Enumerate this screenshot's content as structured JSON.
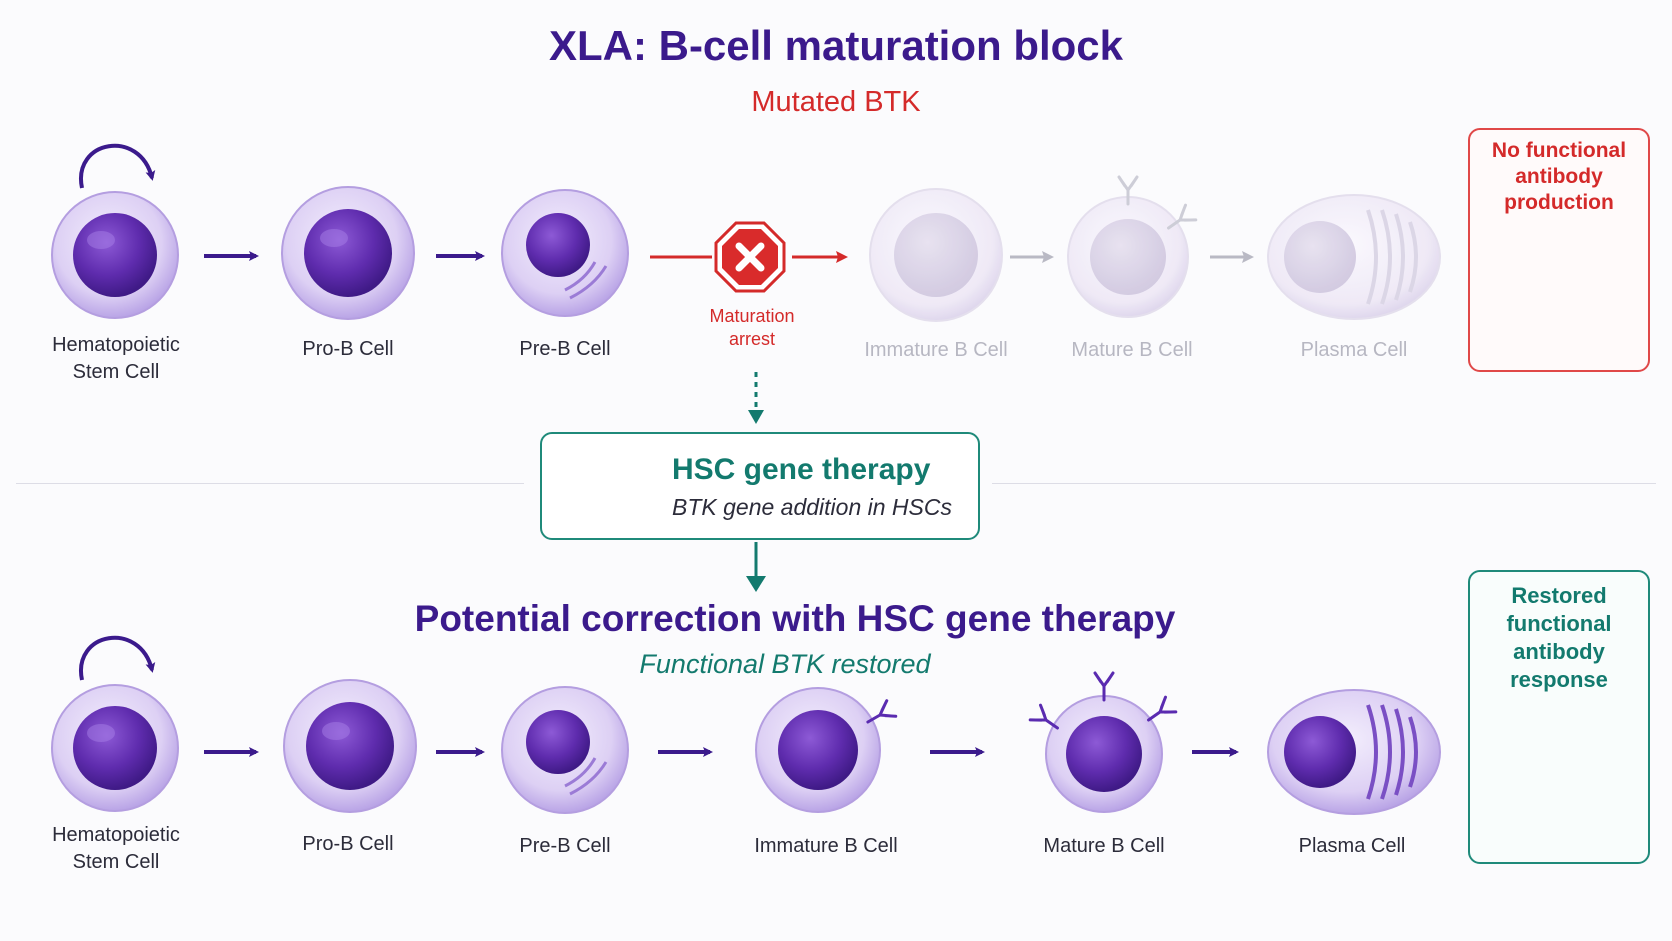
{
  "header": {
    "title": "XLA: B-cell maturation block",
    "subtitle": "Mutated BTK"
  },
  "top_row": {
    "cells": [
      {
        "label": "Hematopoietic\nStem Cell",
        "state": "normal"
      },
      {
        "label": "Pro-B Cell",
        "state": "normal"
      },
      {
        "label": "Pre-B Cell",
        "state": "normal"
      },
      {
        "label": "Immature B Cell",
        "state": "faded"
      },
      {
        "label": "Mature B Cell",
        "state": "faded"
      },
      {
        "label": "Plasma Cell",
        "state": "faded"
      }
    ],
    "arrest_label": "Maturation\narrest",
    "outcome": "No functional\nantibody\nproduction"
  },
  "therapy": {
    "title": "HSC gene therapy",
    "subtitle": "BTK gene addition in HSCs"
  },
  "bottom_section": {
    "title": "Potential correction with HSC gene therapy",
    "subtitle": "Functional BTK restored"
  },
  "bottom_row": {
    "cells": [
      {
        "label": "Hematopoietic\nStem Cell",
        "state": "normal"
      },
      {
        "label": "Pro-B Cell",
        "state": "normal"
      },
      {
        "label": "Pre-B Cell",
        "state": "normal"
      },
      {
        "label": "Immature B Cell",
        "state": "normal"
      },
      {
        "label": "Mature B Cell",
        "state": "normal"
      },
      {
        "label": "Plasma Cell",
        "state": "normal"
      }
    ],
    "outcome": "Restored\nfunctional\nantibody\nresponse"
  },
  "colors": {
    "purple": "#3b1a8c",
    "red": "#d42a2a",
    "teal": "#137a6e",
    "faded": "#b7b7c2"
  },
  "icons": [
    "self-renewal-arrow-icon",
    "stop-sign-x-icon",
    "dna-icon",
    "antibody-icon"
  ]
}
